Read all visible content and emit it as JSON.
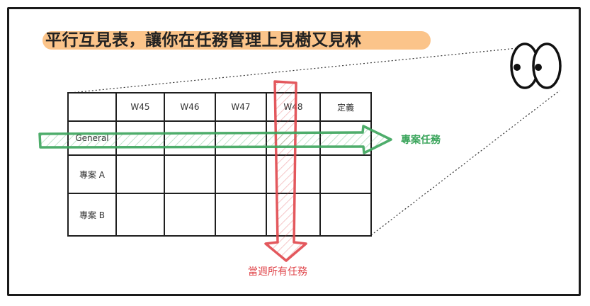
{
  "title": "平行互見表，讓你在任務管理上見樹又見林",
  "table": {
    "header": [
      "",
      "W45",
      "W46",
      "W47",
      "W48",
      "定義"
    ],
    "rows": [
      {
        "label": "General"
      },
      {
        "label": "專案 A"
      },
      {
        "label": "專案 B"
      }
    ]
  },
  "annotations": {
    "horizontal_arrow": "專案任務",
    "vertical_arrow": "當週所有任務"
  },
  "colors": {
    "green": "#3ba55c",
    "red": "#e0474c",
    "highlight": "#fbc48a"
  }
}
